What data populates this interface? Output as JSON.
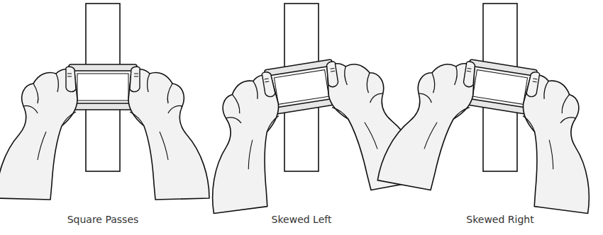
{
  "diagram": {
    "labels": [
      "Square Passes",
      "Skewed Left",
      "Skewed Right"
    ]
  }
}
